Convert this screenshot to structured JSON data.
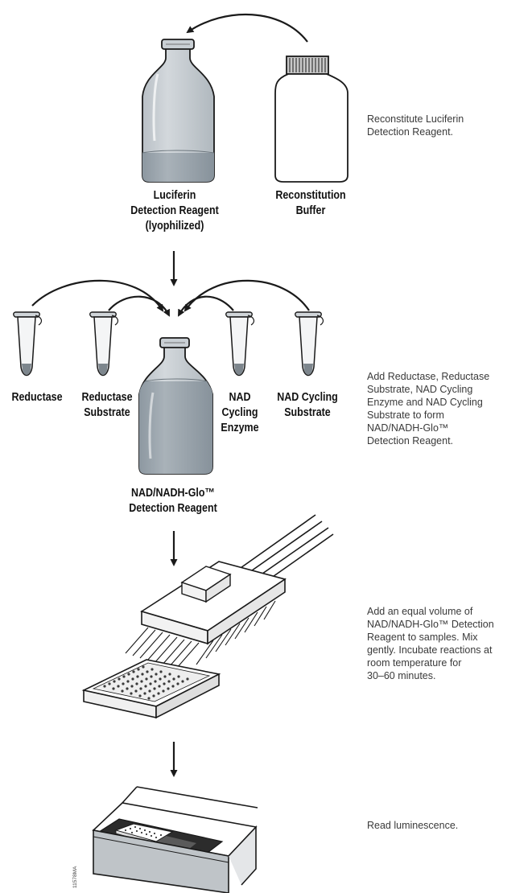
{
  "steps": [
    {
      "labels": {
        "luciferin": [
          "Luciferin",
          "Detection Reagent",
          "(lyophilized)"
        ],
        "buffer": [
          "Reconstitution",
          "Buffer"
        ]
      },
      "note": [
        "Reconstitute Luciferin",
        "Detection Reagent."
      ]
    },
    {
      "labels": {
        "reductase": [
          "Reductase"
        ],
        "reductase_substrate": [
          "Reductase",
          "Substrate"
        ],
        "nad_enzyme": [
          "NAD",
          "Cycling",
          "Enzyme"
        ],
        "nad_substrate": [
          "NAD Cycling",
          "Substrate"
        ],
        "detection": [
          "NAD/NADH-Glo™",
          "Detection Reagent"
        ]
      },
      "note": [
        "Add Reductase, Reductase",
        "Substrate, NAD Cycling",
        "Enzyme and NAD Cycling",
        "Substrate to form",
        "NAD/NADH-Glo™",
        "Detection Reagent."
      ]
    },
    {
      "note": [
        "Add an equal volume of",
        "NAD/NADH-Glo™ Detection",
        "Reagent to samples. Mix",
        "gently. Incubate reactions at",
        "room temperature for",
        "30–60 minutes."
      ]
    },
    {
      "note": [
        "Read luminescence."
      ]
    }
  ],
  "figure_code": "11578MA",
  "colors": {
    "liquid": "#9aa5ad",
    "glass": "#c6ccd1",
    "line": "#1a1a1a"
  }
}
